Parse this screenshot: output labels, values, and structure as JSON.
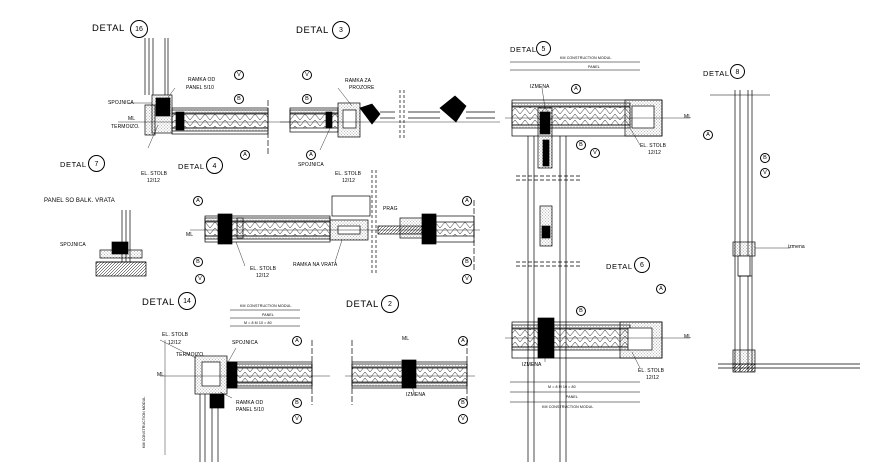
{
  "details": [
    {
      "id": "d16",
      "title": "DETAL",
      "number": "16"
    },
    {
      "id": "d3",
      "title": "DETAL",
      "number": "3"
    },
    {
      "id": "d5",
      "title": "DETAL",
      "number": "5"
    },
    {
      "id": "d8",
      "title": "DETAL",
      "number": "8"
    },
    {
      "id": "d7",
      "title": "DETAL",
      "number": "7"
    },
    {
      "id": "d4",
      "title": "DETAL",
      "number": "4"
    },
    {
      "id": "d6",
      "title": "DETAL",
      "number": "6"
    },
    {
      "id": "d14",
      "title": "DETAL",
      "number": "14"
    },
    {
      "id": "d2",
      "title": "DETAL",
      "number": "2"
    }
  ],
  "labels": {
    "ramka_od_1": "RAMKA OD",
    "panel_510_1": "PANEL 5/10",
    "spojnica_1": "SPOJNICA",
    "termoizo_1": "TERMOIZO.",
    "el_stolb_1": "EL. STOLB",
    "size_1": "12/12",
    "ml_1": "ML",
    "ramka_za": "RAMKA ZA",
    "prozore": "PROZORE",
    "spojnica_2": "SPOJNICA",
    "el_stolb_2": "EL. STOLB",
    "size_2": "12/12",
    "izmena_1": "IZMENA",
    "el_stolb_3": "EL. STOLB",
    "size_3": "12/12",
    "ml_3": "ML",
    "km_const_top": "KM CONSTRUCTION MODUL",
    "panel_top": "PANEL",
    "panel_so_balk": "PANEL SO BALK. VRATA",
    "spojnica_3": "SPOJNICA",
    "ml_4": "ML",
    "el_stolb_4": "EL. STOLB",
    "size_4": "12/12",
    "ramka_na_vrata": "RAMKA NA VRATA",
    "prag": "PRAG",
    "km_const_14": "KM CONSTRUCTION MODUL",
    "panel_14": "PANEL",
    "dim_14": "M = 8 M 10 = 80",
    "el_stolb_5": "EL. STOLB",
    "size_5": "12/12",
    "termoizo_2": "TERMOIZO.",
    "spojnica_4": "SPOJNICA",
    "ml_5": "ML",
    "ramka_od_2": "RAMKA OD",
    "panel_510_2": "PANEL 5/10",
    "km_vert": "KM CONSTRUCTION MODUL",
    "ml_2": "ML",
    "izmena_2": "IZMENA",
    "izmena_3": "IZMENA",
    "el_stolb_6": "EL. STOLB",
    "size_6": "12/12",
    "ml_6": "ML",
    "dim_6": "M = 8 M 10 = 80",
    "panel_6": "PANEL",
    "km_const_6": "KM CONSTRUCTION MODUL",
    "izmena_8": "izmena"
  },
  "bubbles": {
    "v": "V",
    "b": "B",
    "a": "A"
  }
}
